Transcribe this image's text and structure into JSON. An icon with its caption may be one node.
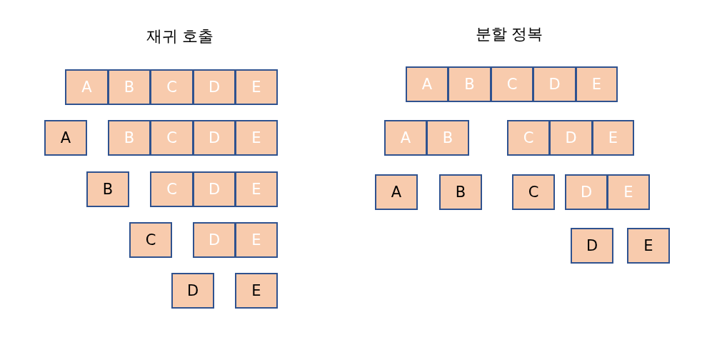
{
  "diagram": {
    "nodes": [
      {
        "text": [
          "A"
        ]
      },
      {
        "text": [
          "B"
        ]
      },
      {
        "text": [
          "C"
        ]
      },
      {
        "text": [
          "D"
        ]
      },
      {
        "text": [
          "E"
        ]
      },
      {
        "text": [
          "A"
        ]
      },
      {
        "text": [
          "B"
        ]
      },
      {
        "text": [
          "C"
        ]
      },
      {
        "text": [
          "D"
        ]
      },
      {
        "text": [
          "E"
        ]
      },
      {
        "text": [
          "B"
        ]
      },
      {
        "text": [
          "C"
        ]
      },
      {
        "text": [
          "D"
        ]
      },
      {
        "text": [
          "E"
        ]
      },
      {
        "text": [
          "C"
        ]
      },
      {
        "text": [
          "D"
        ]
      },
      {
        "text": [
          "E"
        ]
      },
      {
        "text": [
          "D"
        ]
      },
      {
        "text": [
          "E"
        ]
      },
      {
        "text": [
          "A"
        ]
      },
      {
        "text": [
          "B"
        ]
      },
      {
        "text": [
          "C"
        ]
      },
      {
        "text": [
          "D"
        ]
      },
      {
        "text": [
          "E"
        ]
      },
      {
        "text": [
          "A"
        ]
      },
      {
        "text": [
          "B"
        ]
      },
      {
        "text": [
          "C"
        ]
      },
      {
        "text": [
          "D"
        ]
      },
      {
        "text": [
          "E"
        ]
      },
      {
        "text": [
          "A"
        ]
      },
      {
        "text": [
          "B"
        ]
      },
      {
        "text": [
          "C"
        ]
      },
      {
        "text": [
          "D"
        ]
      },
      {
        "text": [
          "E"
        ]
      },
      {
        "text": [
          "D"
        ]
      },
      {
        "text": [
          "E"
        ]
      }
    ],
    "labels": [
      "재귀 호출",
      "분할 정복"
    ]
  }
}
